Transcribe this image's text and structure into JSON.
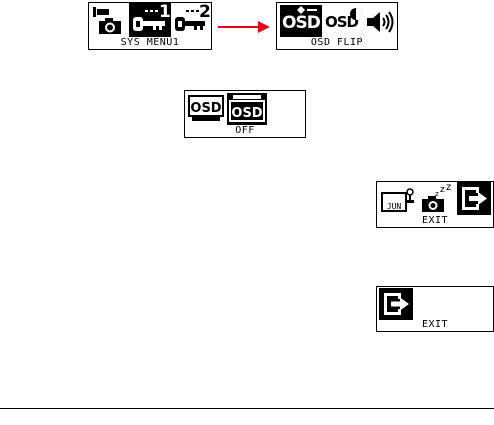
{
  "panels": {
    "sys_menu": {
      "label": "SYS MENU1",
      "selected_number": "1",
      "other_number": "2"
    },
    "osd_flip": {
      "label": "OSD FLIP",
      "icon_text": "OSD"
    },
    "osd_off": {
      "label": "OFF",
      "icon_text": "OSD"
    },
    "exit_date": {
      "label": "EXIT",
      "date_text": "JUN"
    },
    "exit_only": {
      "label": "EXIT"
    }
  },
  "colors": {
    "arrow": "#e8001c",
    "lcd_ink": "#000000",
    "lcd_bg": "#ffffff"
  }
}
